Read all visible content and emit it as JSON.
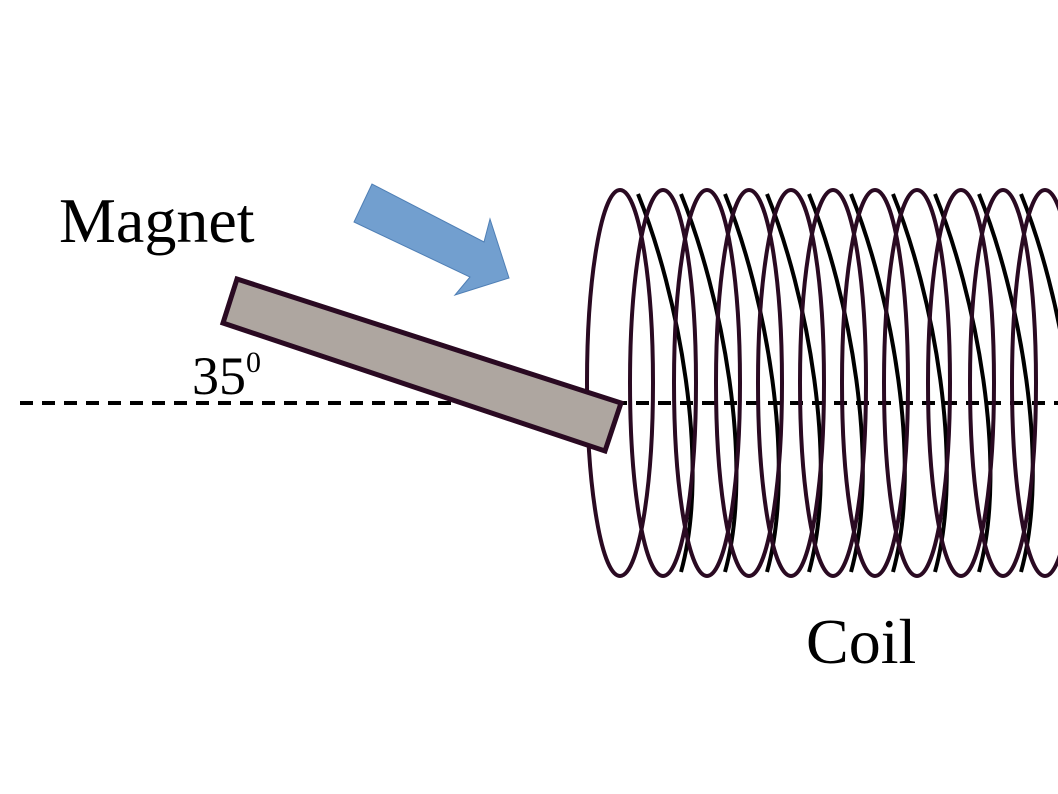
{
  "labels": {
    "magnet": "Magnet",
    "coil": "Coil",
    "angle_value": "35",
    "angle_unit": "0"
  },
  "colors": {
    "magnet_fill": "#aea6a0",
    "magnet_stroke": "#2a0a22",
    "arrow_fill": "#729fcf",
    "arrow_stroke": "#4f7fb5",
    "coil_front": "#2a0a22",
    "coil_back": "#000000",
    "axis": "#000000"
  },
  "icons": {
    "direction": "arrow-right-down-icon"
  }
}
